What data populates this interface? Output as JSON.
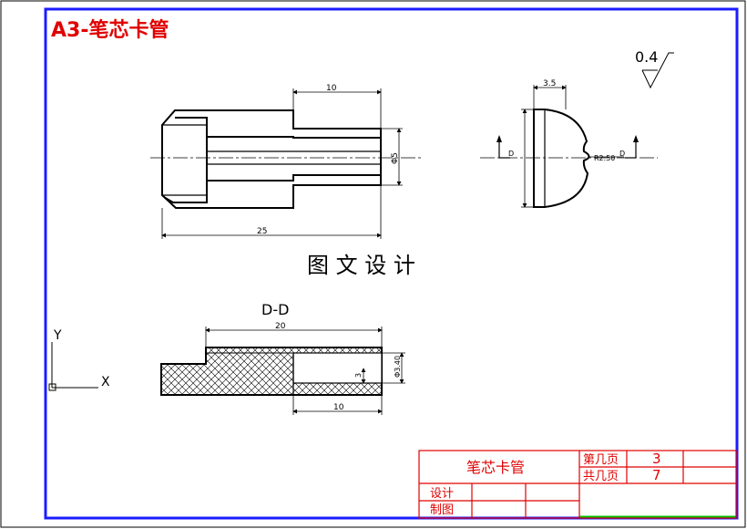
{
  "drawing": {
    "title": "A3-笔芯卡管",
    "center_caption": "图 文 设 计",
    "colors": {
      "border_blue": "#1c1cff",
      "title_red": "#e00000",
      "table_red": "#e00000",
      "table_green": "#00c000",
      "line_black": "#000000"
    }
  },
  "views": {
    "front": {
      "dim_top": "10",
      "dim_bottom": "25",
      "dim_right": "Φ5"
    },
    "side": {
      "dim_top": "3.5",
      "dim_right": "R2.50",
      "section_mark_left": "D",
      "section_mark_right": "D",
      "roughness": "0.4"
    },
    "section": {
      "label": "D-D",
      "dim_top": "20",
      "dim_bottom": "10",
      "dim_right": "Φ3.40",
      "dim_inner": "3"
    }
  },
  "axes": {
    "x_label": "X",
    "y_label": "Y"
  },
  "title_block": {
    "part_name": "笔芯卡管",
    "sheet_label": "第几页",
    "sheet_value": "3",
    "total_label": "共几页",
    "total_value": "7",
    "design_label": "设计",
    "drawn_label": "制图"
  }
}
